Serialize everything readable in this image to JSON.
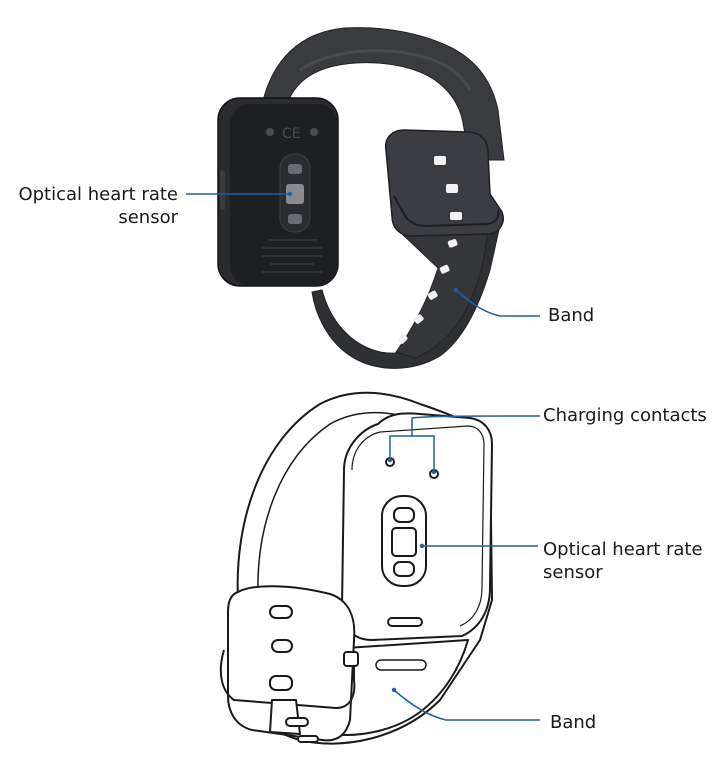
{
  "labels": {
    "top_sensor": {
      "line1": "Optical heart rate",
      "line2": "sensor"
    },
    "top_band": "Band",
    "charging_contacts": "Charging contacts",
    "bottom_sensor": {
      "line1": "Optical heart rate",
      "line2": "sensor"
    },
    "bottom_band": "Band"
  },
  "colors": {
    "callout_line": "#1f5fa8",
    "band_dark": "#2f3033",
    "band_mid": "#3a3b3f",
    "case_dark": "#1e1f22",
    "outline": "#1a1a1a"
  },
  "icons": {
    "watch_back_photo": "watch-back-view",
    "watch_line_art": "watch-line-drawing"
  }
}
